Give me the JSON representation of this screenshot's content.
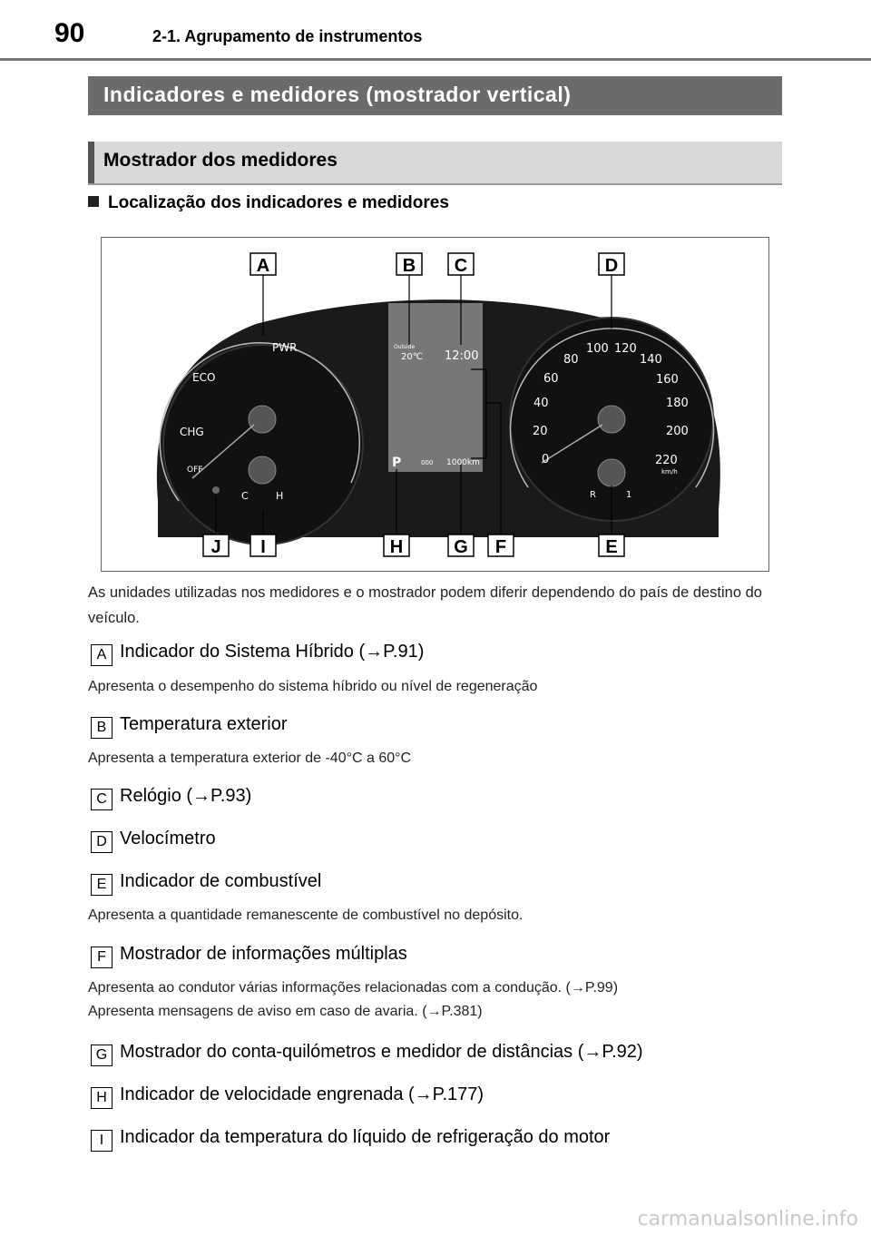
{
  "header": {
    "page_number": "90",
    "chapter": "2-1. Agrupamento de instrumentos"
  },
  "section_title": "Indicadores e medidores (mostrador vertical)",
  "subsection_title": "Mostrador dos medidores",
  "bullet_heading": "Localização dos indicadores e medidores",
  "figure": {
    "callouts": [
      "A",
      "B",
      "C",
      "D",
      "E",
      "F",
      "G",
      "H",
      "I",
      "J"
    ],
    "left_gauge": {
      "pwr": "PWR",
      "eco": "ECO",
      "chg": "CHG",
      "off": "OFF",
      "c": "C",
      "h": "H"
    },
    "display": {
      "outside": "Outside",
      "temp": "20℃",
      "clock": "12:00",
      "gear": "P",
      "trip": "000",
      "odo": "1000km"
    },
    "speedo": {
      "ticks": [
        "0",
        "20",
        "40",
        "60",
        "80",
        "100",
        "120",
        "140",
        "160",
        "180",
        "200",
        "220"
      ],
      "unit": "km/h",
      "r": "R",
      "one": "1"
    }
  },
  "note": "As unidades utilizadas nos medidores e o mostrador podem diferir dependendo do país de destino do veículo.",
  "items": [
    {
      "letter": "A",
      "label": "Indicador do Sistema Híbrido (→P.91)",
      "desc": "Apresenta o desempenho do sistema híbrido ou nível de regeneração"
    },
    {
      "letter": "B",
      "label": "Temperatura exterior",
      "desc": "Apresenta a temperatura exterior de -40°C a 60°C"
    },
    {
      "letter": "C",
      "label": "Relógio (→P.93)",
      "desc": ""
    },
    {
      "letter": "D",
      "label": "Velocímetro",
      "desc": ""
    },
    {
      "letter": "E",
      "label": "Indicador de combustível",
      "desc": "Apresenta a quantidade remanescente de combustível no depósito."
    },
    {
      "letter": "F",
      "label": "Mostrador de informações múltiplas",
      "desc": "Apresenta ao condutor várias informações relacionadas com a condução. (→P.99)",
      "desc2": "Apresenta mensagens de aviso em caso de avaria. (→P.381)"
    },
    {
      "letter": "G",
      "label": "Mostrador do conta-quilómetros e medidor de distâncias (→P.92)",
      "desc": ""
    },
    {
      "letter": "H",
      "label": "Indicador de velocidade engrenada (→P.177)",
      "desc": ""
    },
    {
      "letter": "I",
      "label": "Indicador da temperatura do líquido de refrigeração do motor",
      "desc": ""
    }
  ],
  "watermark": "carmanualsonline.info"
}
